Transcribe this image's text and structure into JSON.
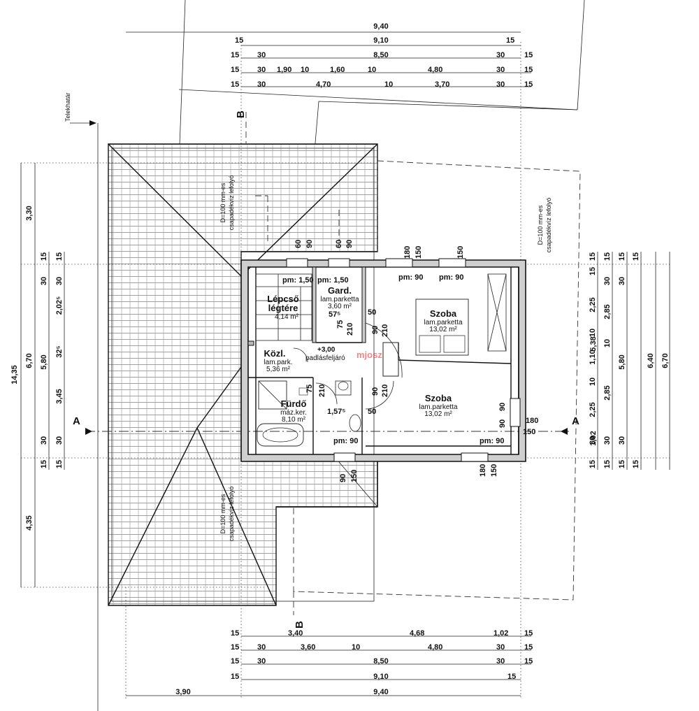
{
  "plot_label": "Telekhatár",
  "section_marks": {
    "a": "A",
    "b": "B"
  },
  "top_dimensions": [
    [
      "9,40"
    ],
    [
      "15",
      "9,10",
      "15"
    ],
    [
      "15",
      "30",
      "8,50",
      "30",
      "15"
    ],
    [
      "15",
      "30",
      "1,90",
      "10",
      "1,60",
      "10",
      "4,80",
      "30",
      "15"
    ],
    [
      "15",
      "30",
      "4,70",
      "10",
      "3,70",
      "30",
      "15"
    ]
  ],
  "bottom_dimensions": [
    [
      "15",
      "3,40",
      "4,68",
      "1,02",
      "15"
    ],
    [
      "15",
      "30",
      "3,60",
      "10",
      "4,80",
      "30",
      "15"
    ],
    [
      "15",
      "30",
      "8,50",
      "30",
      "15"
    ],
    [
      "15",
      "9,10",
      "15"
    ],
    [
      "3,90",
      "9,40"
    ]
  ],
  "left_dimensions": {
    "total": "14,35",
    "outer": [
      "3,30",
      "6,70",
      "4,35"
    ],
    "mid": [
      "15",
      "30",
      "5,80",
      "30",
      "15"
    ],
    "inner": [
      "15",
      "30",
      "2,02⁵",
      "32⁵",
      "3,45",
      "30",
      "15"
    ]
  },
  "right_dimensions": {
    "c1": [
      "15",
      "15",
      "2,25",
      "10",
      "1,10",
      "10",
      "2,25",
      "30",
      "15"
    ],
    "c2": [
      "5,38",
      "1,02"
    ],
    "c3": [
      "15",
      "30",
      "2,85",
      "10",
      "2,85",
      "30",
      "15"
    ],
    "c4": [
      "15",
      "30",
      "5,80",
      "30",
      "15"
    ],
    "c5": [
      "15",
      "6,40",
      "15"
    ],
    "c6": [
      "6,70"
    ]
  },
  "rooms": {
    "stair": {
      "name": "Lépcső",
      "name2": "légtére",
      "area": "4,14 m²"
    },
    "wardrobe": {
      "name": "Gard.",
      "floor": "lam.parketta",
      "area": "3,60 m²"
    },
    "hall": {
      "name": "Közl.",
      "floor": "lam.park.",
      "area": "5,36 m²"
    },
    "bath": {
      "name": "Fürdő",
      "floor": "máz.ker.",
      "area": "8,10 m²"
    },
    "room1": {
      "name": "Szoba",
      "floor": "lam.parketta",
      "area": "13,02 m²"
    },
    "room2": {
      "name": "Szoba",
      "floor": "lam.parketta",
      "area": "13,02 m²"
    }
  },
  "annotations": {
    "level": "+3,00",
    "attic": "padlásfeljáró",
    "downpipe_a": "D=100 mm-es",
    "downpipe_b": "csapadékvíz lefolyó",
    "pm_a": "pm: 1,50",
    "pm_b": "pm: 1,50",
    "pm_c": "pm: 90",
    "pm_d": "pm: 90",
    "pm_e": "pm: 90",
    "pm_f": "pm: 90",
    "v57": "57⁵",
    "v157": "1,57⁵",
    "watermark": "mjosz"
  },
  "opening_labels": {
    "w60a": "60",
    "w90a": "90",
    "w60b": "60",
    "w90b": "90",
    "w180a": "180",
    "w150a": "150",
    "w150b": "150",
    "w180b": "180",
    "w150c": "150",
    "w180c": "180",
    "w150d": "150",
    "w90c": "90",
    "w90d": "90",
    "d50a": "50",
    "d75a": "75",
    "d210a": "210",
    "d90a": "90",
    "d210b": "210",
    "d75b": "75",
    "d210c": "210",
    "d90b": "90",
    "d210d": "210",
    "d50b": "50",
    "d90c": "90",
    "d150e": "150"
  }
}
